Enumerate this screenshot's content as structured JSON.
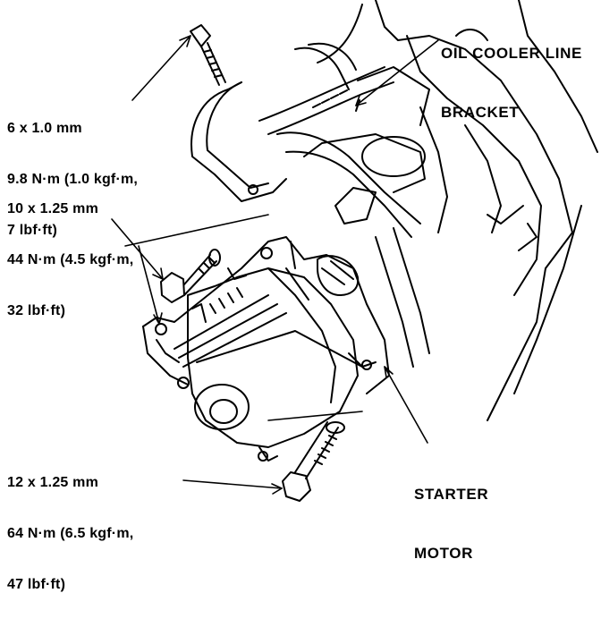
{
  "labels": {
    "oil_cooler_bracket": [
      "OIL COOLER LINE",
      "BRACKET"
    ],
    "bolt_6mm": [
      "6 x 1.0 mm",
      "9.8 N·m (1.0 kgf·m,",
      "7 lbf·ft)"
    ],
    "bolt_10mm": [
      "10 x 1.25 mm",
      "44 N·m (4.5 kgf·m,",
      "32 lbf·ft)"
    ],
    "bolt_12mm": [
      "12 x 1.25 mm",
      "64 N·m (6.5 kgf·m,",
      "47 lbf·ft)"
    ],
    "starter_motor": [
      "STARTER",
      "MOTOR"
    ]
  },
  "colors": {
    "ink": "#000000",
    "paper": "#ffffff"
  }
}
